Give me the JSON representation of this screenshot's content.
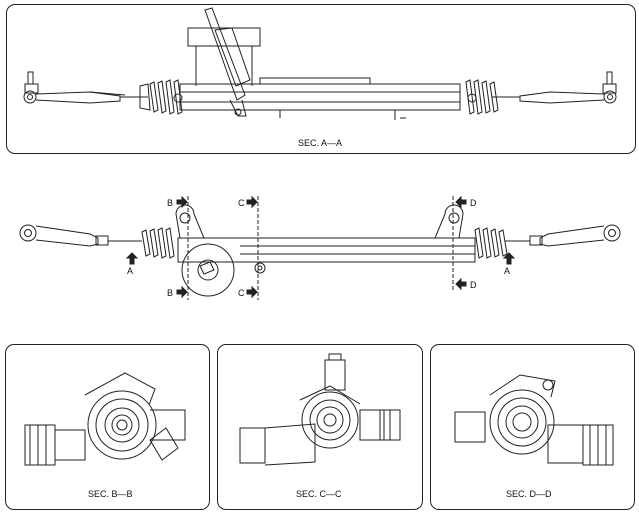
{
  "sections": {
    "aa": {
      "caption": "SEC. A—A"
    },
    "bb": {
      "caption": "SEC. B—B"
    },
    "cc": {
      "caption": "SEC. C—C"
    },
    "dd": {
      "caption": "SEC. D—D"
    }
  },
  "cut_labels": {
    "a_left": "A",
    "a_right": "A",
    "b_top": "B",
    "b_bottom": "B",
    "c_top": "C",
    "c_bottom": "C",
    "d_top": "D",
    "d_bottom": "D"
  },
  "colors": {
    "line": "#222222",
    "background": "#ffffff"
  }
}
